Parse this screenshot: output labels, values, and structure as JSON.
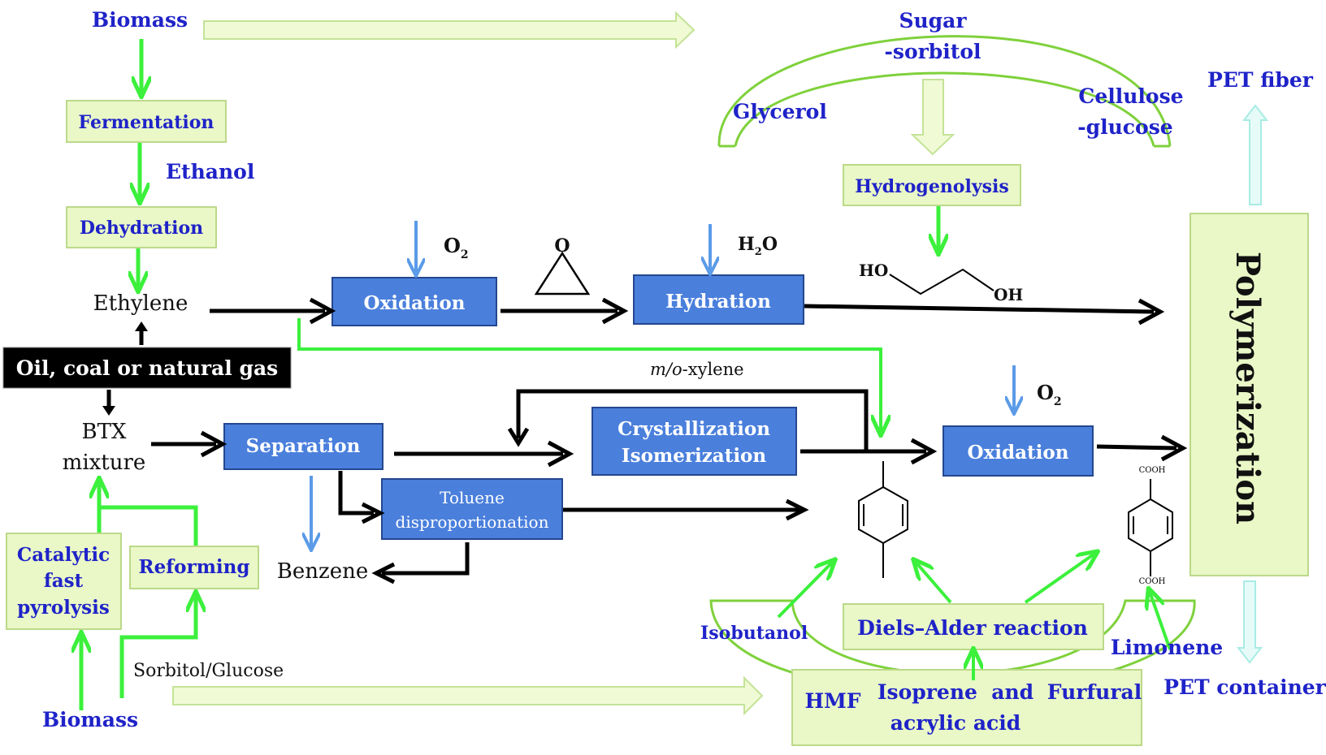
{
  "left": {
    "biomass_top": "Biomass",
    "fermentation": "Fermentation",
    "ethanol": "Ethanol",
    "dehydration": "Dehydration",
    "ethylene": "Ethylene",
    "oil_coal_gas": "Oil, coal or natural gas",
    "btx_line1": "BTX",
    "btx_line2": "mixture",
    "catalytic_line1": "Catalytic",
    "catalytic_line2": "fast",
    "catalytic_line3": "pyrolysis",
    "reforming": "Reforming",
    "sorbitol_glucose": "Sorbitol/Glucose",
    "biomass_bottom": "Biomass"
  },
  "top": {
    "sugar_line1": "Sugar",
    "sugar_line2": "-sorbitol",
    "glycerol": "Glycerol",
    "cellulose_line1": "Cellulose",
    "cellulose_line2": "-glucose",
    "hydrogenolysis": "Hydrogenolysis"
  },
  "middle": {
    "oxidation_1": "Oxidation",
    "o2_1_O": "O",
    "o2_1_sub": "2",
    "epoxide_O": "O",
    "hydration": "Hydration",
    "h2o_H": "H",
    "h2o_sub": "2",
    "h2o_O": "O",
    "ho": "HO",
    "oh": "OH",
    "xylene_italic": "m/o",
    "xylene_rest": "-xylene",
    "separation": "Separation",
    "crystallization": "Crystallization",
    "isomerization": "Isomerization",
    "oxidation_2": "Oxidation",
    "o2_2_O": "O",
    "o2_2_sub": "2",
    "toluene_line1": "Toluene",
    "toluene_line2": "disproportionation",
    "benzene": "Benzene",
    "cooh_top": "COOH",
    "cooh_bottom": "COOH"
  },
  "bottom": {
    "isobutanol": "Isobutanol",
    "diels_alder": "Diels–Alder reaction",
    "limonene": "Limonene",
    "hmf": "HMF",
    "isoprene_line1": "Isoprene  and",
    "isoprene_line2": "acrylic acid",
    "furfural": "Furfural"
  },
  "right": {
    "polymerization": "Polymerization",
    "pet_fiber": "PET fiber",
    "pet_container": "PET container"
  },
  "colors": {
    "green_arrow": "#3cf03c",
    "blue_text": "#1f23c8",
    "blue_box": "#4a7fdc",
    "light_green_box": "#e9f8c6",
    "cyan_arrow": "#bff5f0",
    "blue_arrow": "#5b9be8"
  }
}
